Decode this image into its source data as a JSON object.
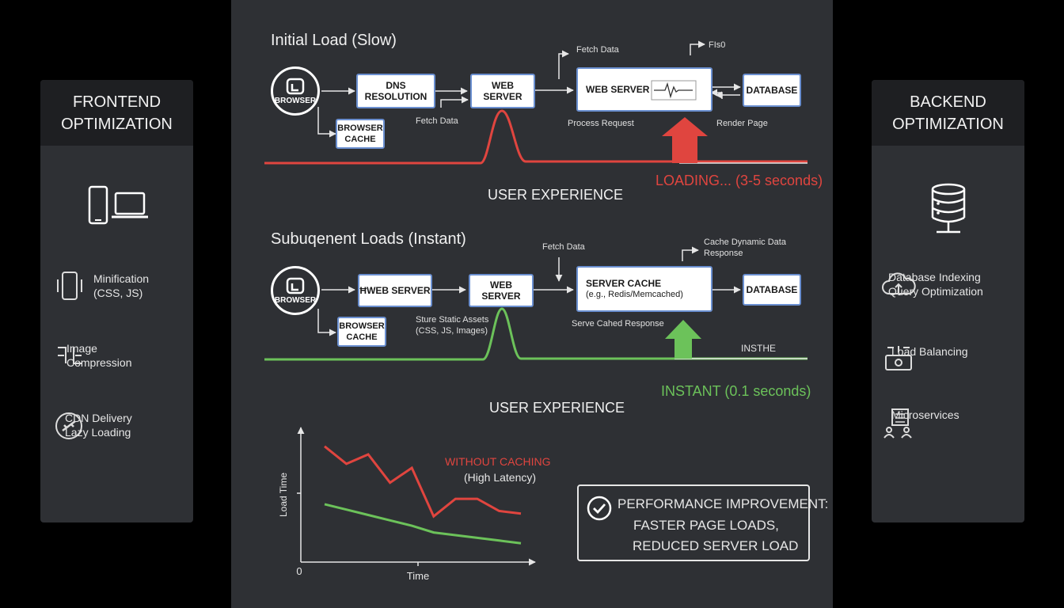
{
  "left_panel": {
    "title_line1": "FRONTEND",
    "title_line2": "OPTIMIZATION",
    "items": [
      {
        "line1": "Minification",
        "line2": "(CSS, JS)"
      },
      {
        "line1": "Image",
        "line2": "Compression"
      },
      {
        "line1": "CDN Delivery",
        "line2": "Lazy Loading"
      }
    ]
  },
  "right_panel": {
    "title_line1": "BACKEND",
    "title_line2": "OPTIMIZATION",
    "items": [
      {
        "line1": "Database Indexing",
        "line2": "Query Optimization"
      },
      {
        "line1": "Load Balancing",
        "line2": ""
      },
      {
        "line1": "Microservices",
        "line2": ""
      }
    ]
  },
  "initial": {
    "title": "Initial Load (Slow)",
    "browser": "BROWSER",
    "browser_cache_l1": "BROWSER",
    "browser_cache_l2": "CACHE",
    "dns": "DNS RESOLUTION",
    "web_server_1": "WEB SERVER",
    "web_server_2": "WEB SERVER",
    "database": "DATABASE",
    "fetch_data_1": "Fetch Data",
    "fetch_data_2": "Fetch Data",
    "fiso": "FIs0",
    "process_request": "Process Request",
    "render_page": "Render Page",
    "loading": "LOADING... (3-5 seconds)",
    "user_experience": "USER EXPERIENCE",
    "colors": {
      "curve": "#e0453f",
      "arrow": "#e0453f"
    }
  },
  "subsequent": {
    "title": "Subuqenent Loads (Instant)",
    "browser": "BROWSER",
    "browser_cache_l1": "BROWSER",
    "browser_cache_l2": "CACHE",
    "web_server_a": "ĦWEB SERVER",
    "web_server_b": "WEB SERVER",
    "server_cache_l1": "SERVER CACHE",
    "server_cache_l2": "(e.g., Redis/Memcached)",
    "database": "DATABASE",
    "fetch_data": "Fetch Data",
    "cache_dynamic_l1": "Cache Dynamic Data",
    "cache_dynamic_l2": "Response",
    "store_static_l1": "Sture Static Assets",
    "store_static_l2": "(CSS, JS, Images)",
    "serve_cached": "Serve Cahed Response",
    "insthe": "INSTHE",
    "instant": "INSTANT (0.1 seconds)",
    "user_experience": "USER EXPERIENCE",
    "colors": {
      "curve": "#6cc25a",
      "arrow": "#6cc25a"
    }
  },
  "chart_data": {
    "type": "line",
    "xlabel": "Time",
    "ylabel": "Load Time",
    "origin_label": "0",
    "x": [
      0,
      1,
      2,
      3,
      4,
      5,
      6,
      7,
      8,
      9
    ],
    "ylim": [
      0,
      10
    ],
    "series": [
      {
        "name": "WITHOUT CACHING",
        "note": "(High Latency)",
        "color": "#e0453f",
        "values": [
          8.6,
          7.3,
          8.0,
          5.9,
          7.0,
          3.4,
          4.7,
          4.7,
          3.8,
          3.6
        ]
      },
      {
        "name": "",
        "color": "#6cc25a",
        "values": [
          4.3,
          3.9,
          3.5,
          3.1,
          2.7,
          2.2,
          2.0,
          1.8,
          1.6,
          1.4
        ]
      }
    ],
    "grid": false
  },
  "performance": {
    "line1": "PERFORMANCE IMPROVEMENT:",
    "line2": "FASTER PAGE LOADS,",
    "line3": "REDUCED SERVER LOAD"
  }
}
